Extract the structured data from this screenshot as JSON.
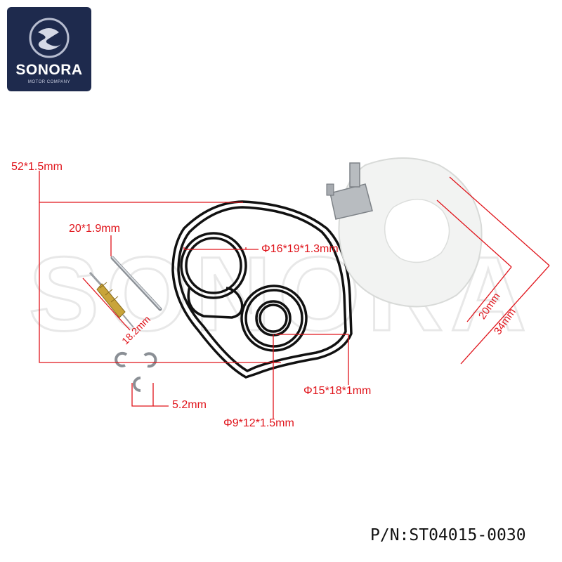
{
  "brand": {
    "name": "SONORA",
    "tagline": "MOTOR COMPANY",
    "logo_bg": "#1e2a4d",
    "watermark": "SONORA"
  },
  "colors": {
    "dimension_red": "#e0141b",
    "oring_black": "#111111",
    "float_white": "#f2f3f2",
    "brass": "#c9a43a"
  },
  "dimensions": {
    "main_gasket": "52*1.5mm",
    "pin": "20*1.9mm",
    "needle": "18.2mm",
    "clip": "5.2mm",
    "upper_oring": "Φ16*19*1.3mm",
    "middle_oring": "Φ15*18*1mm",
    "small_oring": "Φ9*12*1.5mm",
    "float_inner": "20mm",
    "float_outer": "34mm"
  },
  "part_number": "P/N:ST04015-0030"
}
